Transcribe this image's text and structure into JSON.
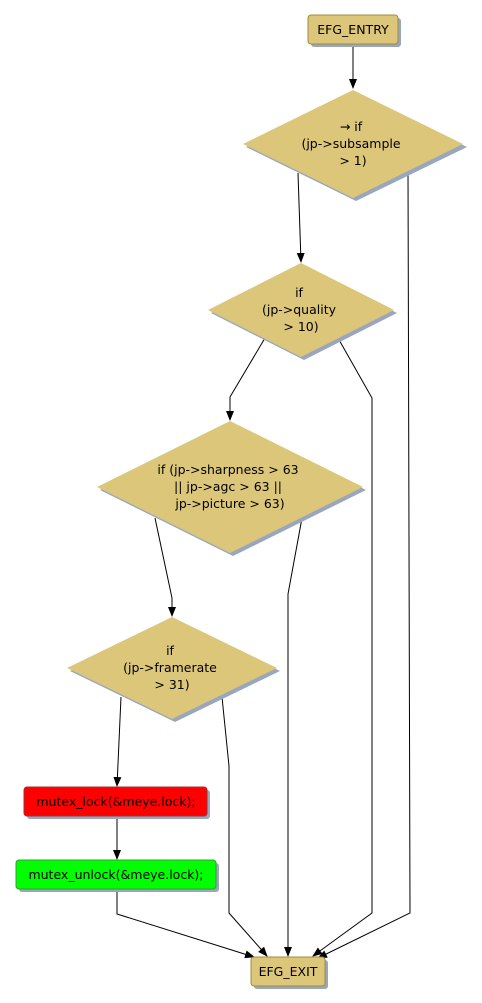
{
  "colors": {
    "node_fill": "#dcc67a",
    "node_stroke": "#a08c3c",
    "shadow": "#9aa6bd",
    "lock_fill": "#ff0000",
    "unlock_fill": "#00ff00",
    "edge": "#000000"
  },
  "nodes": {
    "entry": {
      "label": "EFG_ENTRY"
    },
    "if_subsample": {
      "lines": [
        "→ if",
        "(jp->subsample",
        "> 1)"
      ]
    },
    "if_quality": {
      "lines": [
        "if",
        "(jp->quality",
        "> 10)"
      ]
    },
    "if_sharpness": {
      "lines": [
        "if (jp->sharpness > 63",
        "|| jp->agc > 63 ||",
        "jp->picture > 63)"
      ]
    },
    "if_framerate": {
      "lines": [
        "if",
        "(jp->framerate",
        "> 31)"
      ]
    },
    "mutex_lock": {
      "label": "mutex_lock(&meye.lock);"
    },
    "mutex_unlock": {
      "label": "mutex_unlock(&meye.lock);"
    },
    "exit": {
      "label": "EFG_EXIT"
    }
  }
}
